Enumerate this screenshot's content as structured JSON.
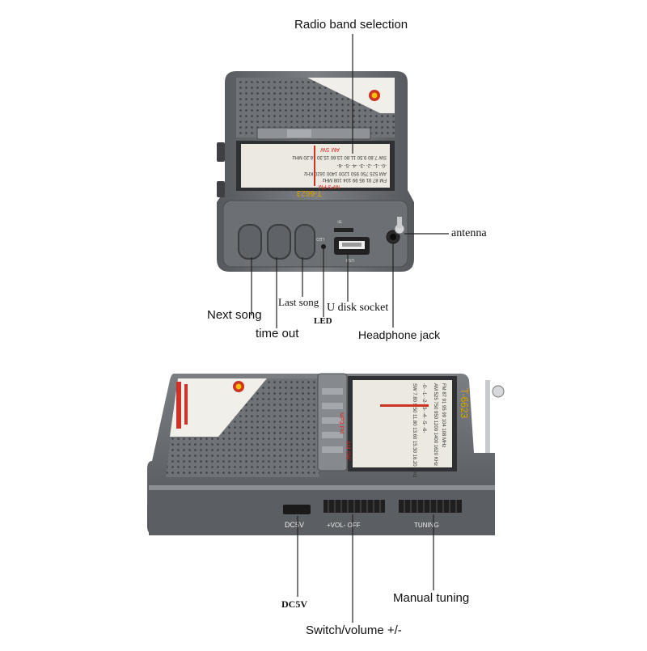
{
  "labels": {
    "radio_band_selection": "Radio band selection",
    "antenna": "antenna",
    "next_song": "Next song",
    "last_song": "Last song",
    "led": "LED",
    "u_disk_socket": "U disk socket",
    "time_out": "time out",
    "headphone_jack": "Headphone jack",
    "dc5v": "DC5V",
    "manual_tuning": "Manual tuning",
    "switch_volume": "Switch/volume +/-"
  },
  "device": {
    "model": "T-6623",
    "bands_top": "MP3 FM",
    "bands_bottom": "AM SW",
    "fm_scale": "FM 87 91 95 99 104 108 MHz",
    "am_scale": "AM 525 750 950 1200 1400 1620 KHz",
    "sw_scale": "SW 7.80 9.50 11.80 13.60 15.30 16.20 MHz",
    "dial_numbers": "-0- -1- -2- -3- -4- -5- -6-",
    "port_usb": "USB",
    "port_led": "LED",
    "port_tf": "TF",
    "side_dc": "DC5V",
    "side_vol": "+VOL- OFF",
    "side_tuning": "TUNING"
  },
  "colors": {
    "body": "#6b6e73",
    "body_dark": "#4a4c50",
    "body_light": "#8a8d92",
    "panel": "#ece9e1",
    "accent_red": "#cc3322",
    "accent_yellow": "#f2c200"
  }
}
